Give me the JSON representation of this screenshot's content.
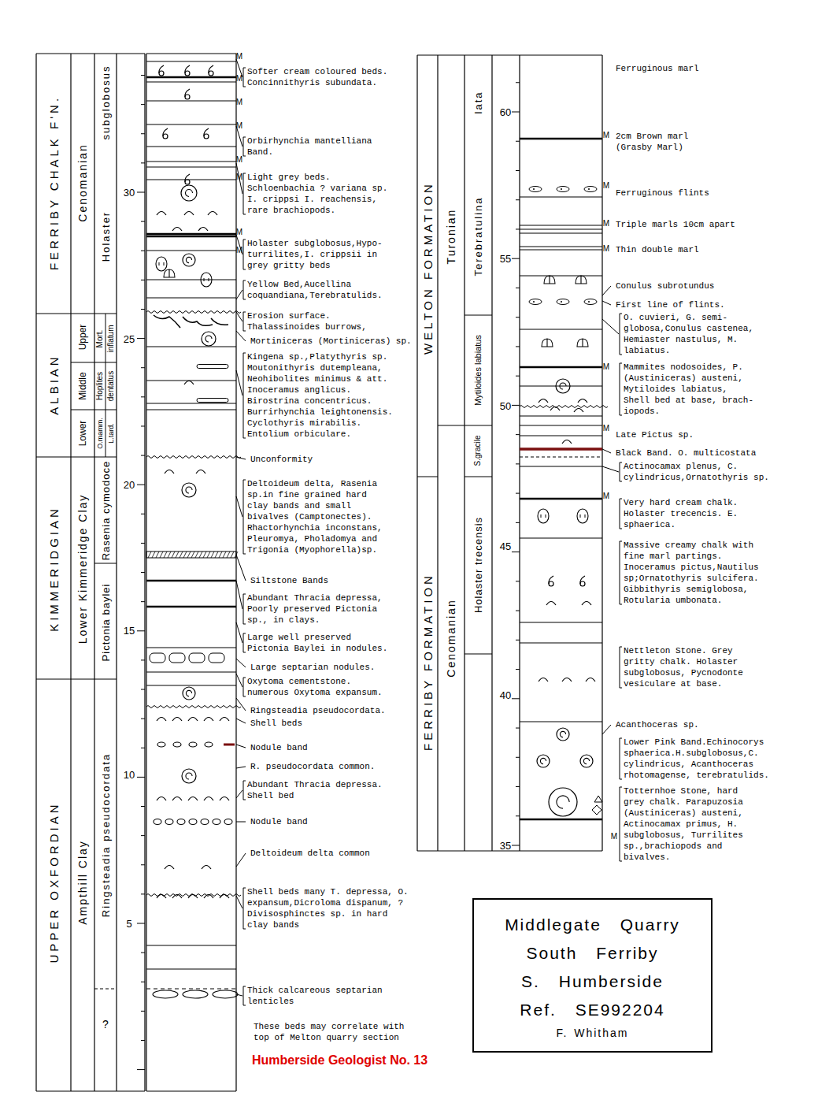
{
  "diagram": {
    "caption": "Humberside Geologist No. 13",
    "nodes": [
      {
        "text": [
          "Middlegate Quarry",
          "South Ferriby",
          "S. Humberside",
          "Ref. SE992204",
          "F. Whitham"
        ]
      }
    ],
    "labels": [
      "UPPER OXFORDIAN",
      "KIMMERIDGIAN",
      "ALBIAN",
      "FERRIBY CHALK F'N.",
      "Ampthill Clay",
      "Lower Kimmeridge Clay",
      "Lower",
      "Middle",
      "Upper",
      "Cenomanian",
      "Ringsteadia pseudocordata",
      "?",
      "Pictonia baylei",
      "Rasenia cymodoce",
      "O.mamm.",
      "L.tard.",
      "Hoplites",
      "dentatus",
      "Mort.",
      "inflatum",
      "Holaster",
      "subglobosus",
      "5",
      "10",
      "15",
      "20",
      "25",
      "30",
      "FERRIBY FORMATION",
      "WELTON FORMATION",
      "Cenomanian",
      "Turonian",
      "Holaster trecensis",
      "S.gracile",
      "Mytiloides labiatus",
      "Terebratulina",
      "lata",
      "35",
      "40",
      "45",
      "50",
      "55",
      "60",
      "M",
      "M",
      "M",
      "M",
      "M",
      "M",
      "M",
      "M",
      "Softer cream coloured beds. Concinnithyris subundata.",
      "Orbirhynchia mantelliana Band.",
      "Light grey beds. Schloenbachia ? variana sp. I. crippsi I. reachensis, rare brachiopods.",
      "Holaster subglobosus,Hypo-turrilites,I. crippsii in grey gritty beds",
      "Yellow Bed,Aucellina coquandiana,Terebratulids.",
      "Erosion surface. Thalassinoides burrows,",
      "Mortiniceras (Mortiniceras) sp.",
      "Kingena sp.,Platythyris sp. Moutonithyris dutempleana, Neohibolites minimus & att. Inoceramus anglicus. Birostrina concentricus. Burrirhynchia leightonensis. Cyclothyris mirabilis. Entolium orbiculare.",
      "Unconformity",
      "Deltoideum delta, Rasenia sp.in fine grained hard clay bands and small bivalves (Camptonectes). Rhactorhynchia inconstans, Pleuromya, Pholadomya and Trigonia (Myophorella)sp.",
      "Siltstone Bands",
      "Abundant Thracia depressa, Poorly preserved Pictonia sp., in clays.",
      "Large well preserved Pictonia Baylei in nodules.",
      "Large septarian nodules.",
      "Oxytoma cementstone. numerous Oxytoma expansum.",
      "Ringsteadia pseudocordata.",
      "Shell beds",
      "Nodule band",
      "R. pseudocordata common.",
      "Abundant Thracia depressa. Shell bed",
      "Nodule band",
      "Deltoideum delta common",
      "Shell beds many T. depressa, O. expansum,Dicroloma dispanum, ? Divisosphinctes sp. in hard clay bands",
      "Thick calcareous septarian lenticles",
      "These beds may correlate with top of Melton quarry section",
      "M",
      "M",
      "M",
      "M",
      "M",
      "M",
      "M",
      "M",
      "Ferruginous marl",
      "2cm Brown marl (Grasby Marl)",
      "Ferruginous flints",
      "Triple marls 10cm apart",
      "Thin double marl",
      "Conulus subrotundus",
      "First line of flints.",
      "O. cuvieri, G. semi-globosa,Conulus castenea, Hemiaster nastulus, M. labiatus.",
      "Mammites nodosoides, P.(Austiniceras) austeni, Mytiloides labiatus, Shell bed at base, brach-iopods.",
      "Late Pictus sp.",
      "Black Band. O. multicostata",
      "Actinocamax plenus, C. cylindricus,Ornatothyris sp.",
      "Very hard cream chalk. Holaster trecencis. E. sphaerica.",
      "Massive creamy chalk with fine marl partings. Inoceramus pictus,Nautilus sp;Ornatothyris sulcifera. Gibbithyris semiglobosa, Rotularia umbonata.",
      "Nettleton Stone. Grey gritty chalk. Holaster subglobosus, Pycnodonte vesiculare at base.",
      "Acanthoceras sp.",
      "Lower Pink Band.Echinocorys sphaerica.H.subglobosus,C. cylindricus, Acanthoceras rhotomagense, terebratulids.",
      "Totternhoe Stone, hard grey chalk. Parapuzosia (Austiniceras) austeni, Actinocamax primus, H. subglobosus, Turrilites sp.,brachiopods and bivalves."
    ]
  }
}
